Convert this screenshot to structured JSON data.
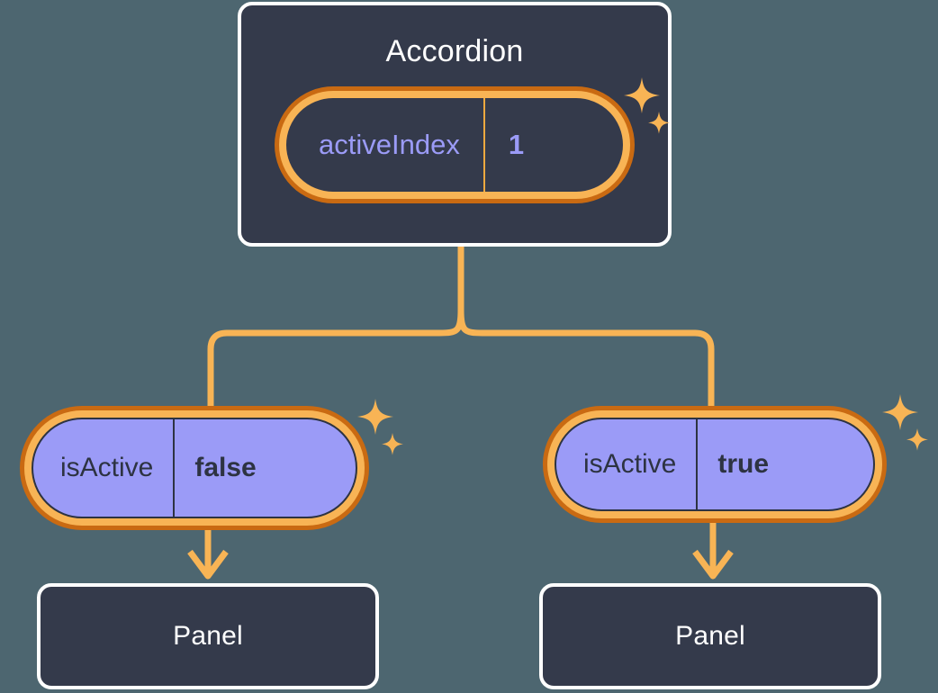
{
  "theme": {
    "background": "#4d6670",
    "card_fill": "#343a4b",
    "card_border": "#ffffff",
    "ring_outer": "#c96a12",
    "ring_inner": "#f8b455",
    "edge_color": "#f8b455",
    "pill_purple_fill": "#9b9bf7",
    "prop_name_color_dark": "#9b9bf7",
    "prop_text_color_purple": "#2d3342"
  },
  "diagram": {
    "type": "component-state-tree",
    "root": {
      "id": "accordion",
      "title": "Accordion",
      "state_pill": {
        "key": "activeIndex",
        "value": "1",
        "highlighted": true,
        "sparkle": true
      }
    },
    "children": [
      {
        "id": "panel-left",
        "prop_pill": {
          "key": "isActive",
          "value": "false",
          "highlighted": true,
          "sparkle": true
        },
        "component": {
          "title": "Panel"
        }
      },
      {
        "id": "panel-right",
        "prop_pill": {
          "key": "isActive",
          "value": "true",
          "highlighted": true,
          "sparkle": true
        },
        "component": {
          "title": "Panel"
        }
      }
    ]
  },
  "icons": {
    "sparkle_large": "sparkle-four-point-star",
    "sparkle_small": "sparkle-four-point-star-small",
    "arrow_down": "arrow-down-icon"
  }
}
